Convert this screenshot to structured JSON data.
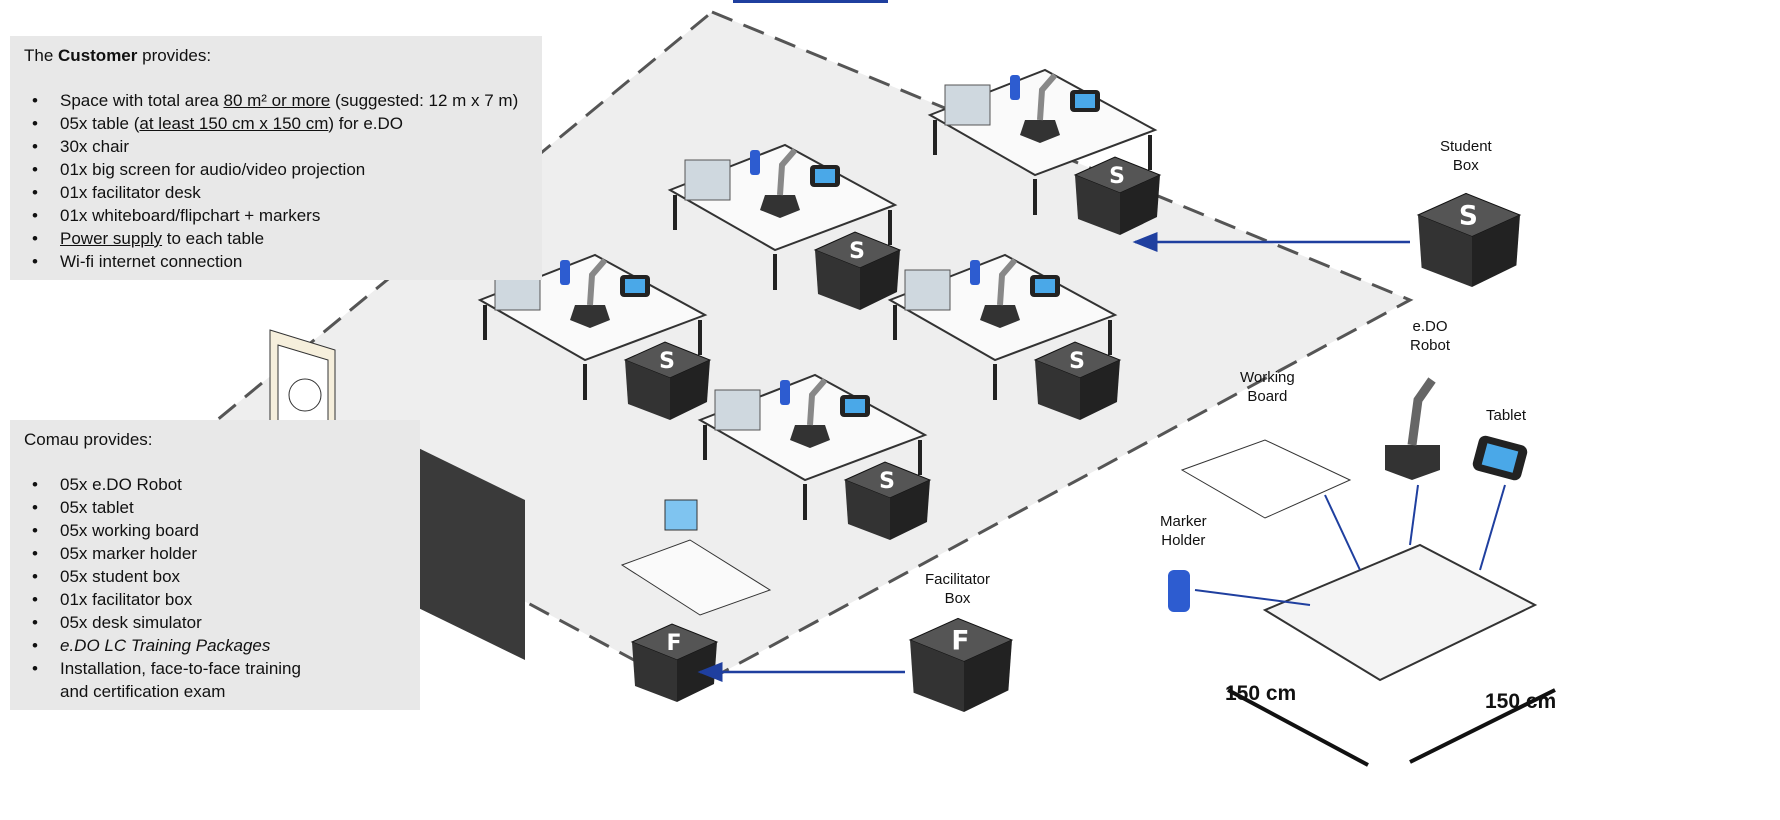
{
  "customer": {
    "title_pre": "The ",
    "title_bold": "Customer",
    "title_post": " provides:",
    "items": [
      {
        "pre": "Space with total area ",
        "u": "80 m² or more",
        "post": " (suggested: 12 m x 7 m)"
      },
      {
        "pre": "05x table (",
        "u": "at least 150 cm x 150 cm",
        "post": ") for e.DO"
      },
      {
        "pre": "30x chair",
        "u": "",
        "post": ""
      },
      {
        "pre": "01x big screen for audio/video projection",
        "u": "",
        "post": ""
      },
      {
        "pre": "01x facilitator desk",
        "u": "",
        "post": ""
      },
      {
        "pre": "01x whiteboard/flipchart + markers",
        "u": "",
        "post": ""
      },
      {
        "pre": "",
        "u": "Power supply",
        "post": " to each table"
      },
      {
        "pre": "Wi-fi internet connection",
        "u": "",
        "post": ""
      }
    ]
  },
  "comau": {
    "title": "Comau provides:",
    "items": [
      "05x e.DO Robot",
      "05x tablet",
      "05x working board",
      "05x marker holder",
      "05x student box",
      "01x facilitator box",
      "05x desk simulator"
    ],
    "italic_item": "e.DO LC Training Packages",
    "last_item_l1": "Installation, face-to-face training",
    "last_item_l2": "and certification exam"
  },
  "labels": {
    "student_box": [
      "Student",
      "Box"
    ],
    "facilitator_box": [
      "Facilitator",
      "Box"
    ],
    "edo_robot": [
      "e.DO",
      "Robot"
    ],
    "working_board": [
      "Working",
      "Board"
    ],
    "tablet": "Tablet",
    "marker_holder": [
      "Marker",
      "Holder"
    ],
    "dim_1": "150 cm",
    "dim_2": "150 cm",
    "student_letter": "S",
    "facilitator_letter": "F"
  },
  "colors": {
    "arrow": "#1f3f9f",
    "panel": "#e8e8e8",
    "box": "#3a3a3a"
  }
}
